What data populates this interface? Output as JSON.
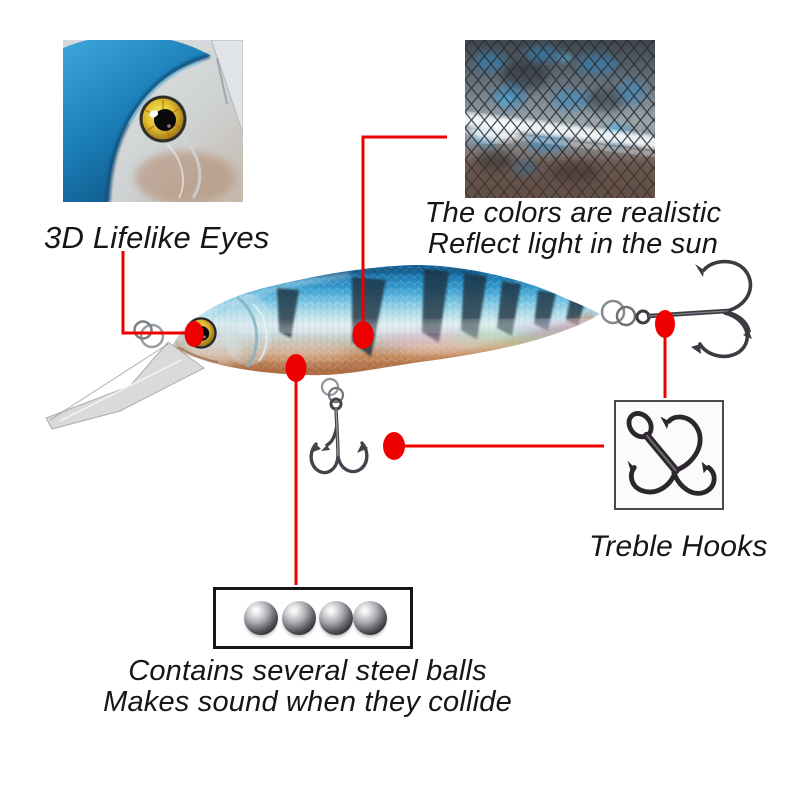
{
  "colors": {
    "background": "#ffffff",
    "connector_red": "#ee0000",
    "label_text": "#161616",
    "lure_back_blue": "#1a78b2",
    "lure_belly_copper": "#b3734a"
  },
  "callouts": {
    "eyes": {
      "label": "3D Lifelike Eyes"
    },
    "finish": {
      "line1": "The colors are realistic",
      "line2": "Reflect light in the sun"
    },
    "hooks": {
      "label": "Treble Hooks"
    },
    "rattle": {
      "line1": "Contains several steel balls",
      "line2": "Makes sound when they collide"
    }
  },
  "figures": {
    "steel_ball_count": 4,
    "photos": [
      "eye-closeup-photo",
      "scales-closeup-photo",
      "lure-photo",
      "treble-hook-photo",
      "steel-balls-photo"
    ]
  }
}
